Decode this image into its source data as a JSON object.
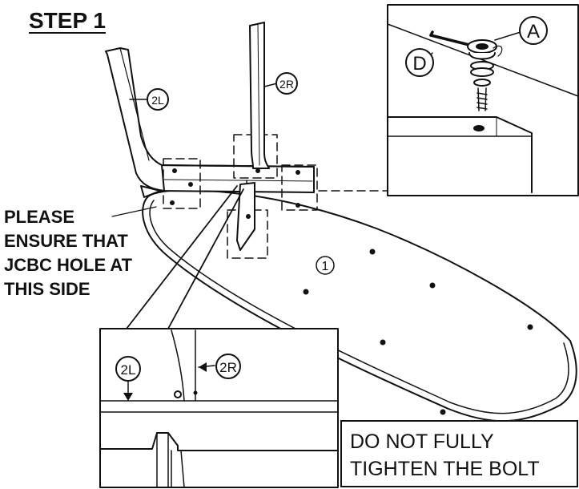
{
  "title": "STEP 1",
  "note": {
    "lines": [
      "PLEASE",
      "ENSURE THAT",
      "JCBC HOLE AT",
      "THIS SIDE"
    ]
  },
  "warning": {
    "lines": [
      "DO NOT FULLY",
      "TIGHTEN THE BOLT"
    ]
  },
  "callouts": {
    "left_post": "2L",
    "right_post": "2R",
    "base": "1",
    "bolt": "A",
    "key": "D",
    "zoom_left": "2L",
    "zoom_right": "2R"
  },
  "icons": [
    "allen-key-icon",
    "bolt-icon",
    "washer-icon"
  ]
}
